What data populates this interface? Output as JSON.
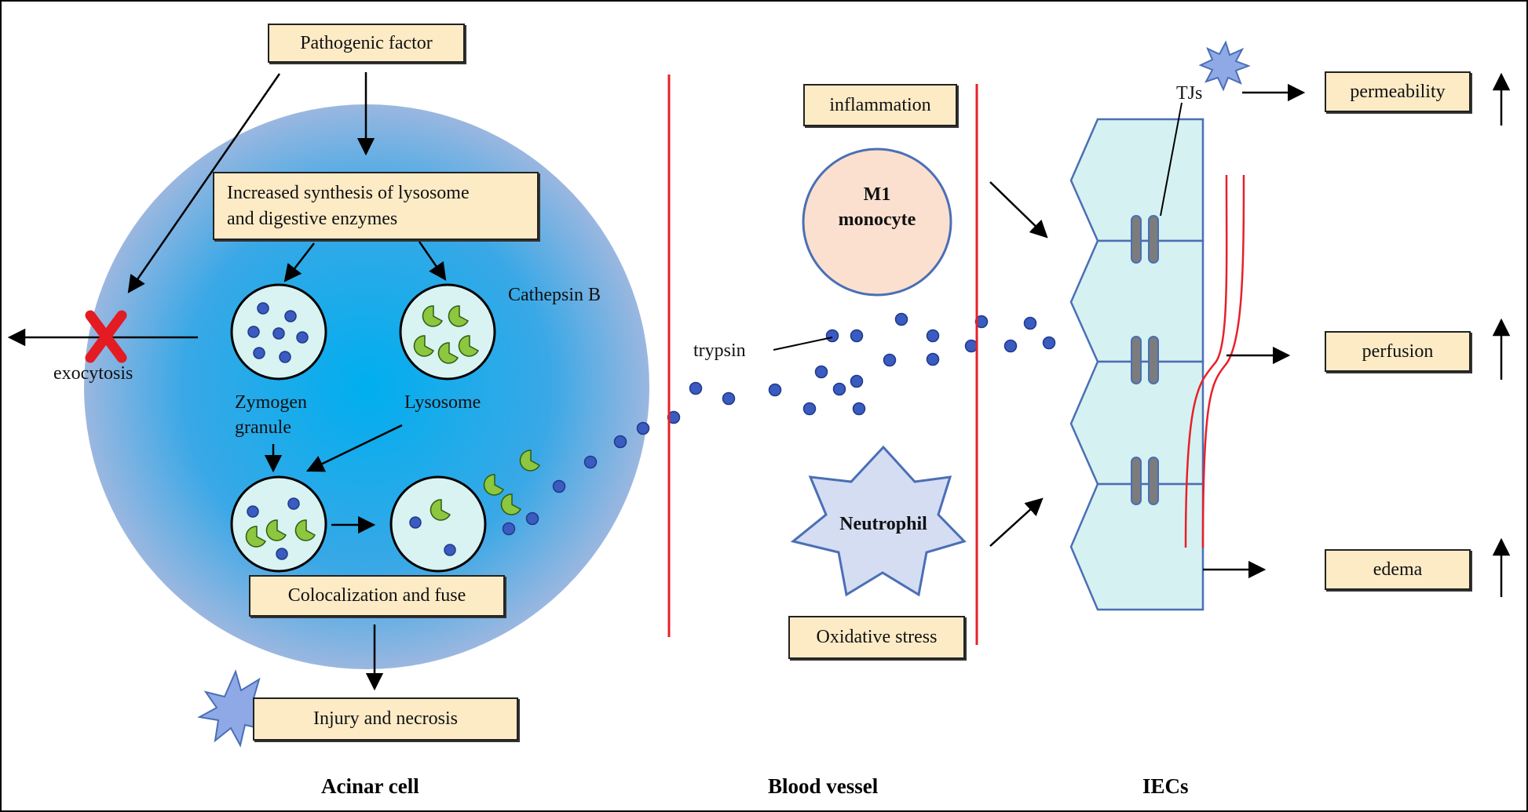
{
  "boxes": {
    "pathogenic": "Pathogenic factor",
    "synthesis_line1": "Increased synthesis of lysosome",
    "synthesis_line2": "and digestive enzymes",
    "colocalization": "Colocalization and  fuse",
    "injury": "Injury and  necrosis",
    "inflammation": "inflammation",
    "oxidative": "Oxidative stress",
    "permeability": "permeability",
    "perfusion": "perfusion",
    "edema": "edema"
  },
  "labels": {
    "exocytosis": "exocytosis",
    "cathepsin": "Cathepsin B",
    "zymogen_line1": "Zymogen",
    "zymogen_line2": "granule",
    "lysosome": "Lysosome",
    "trypsin": "trypsin",
    "tjs": "TJs",
    "m1_line1": "M1",
    "m1_line2": "monocyte",
    "neutrophil": "Neutrophil"
  },
  "captions": {
    "acinar": "Acinar cell",
    "blood": "Blood vessel",
    "iecs": "IECs"
  },
  "colors": {
    "label_fill": "#fdebc6",
    "cell_center": "#00aeef",
    "cell_edge": "#9ab7e0",
    "granule_fill": "#d9f2f2",
    "enzyme_dot": "#3a5bbf",
    "cathepsin_green": "#8dc63f",
    "vessel_red": "#e8202a",
    "iec_fill": "#d6f1f1",
    "iec_stroke": "#4a6fb5",
    "monocyte_fill": "#fbe0cf",
    "neutrophil_fill": "#d5ddf3",
    "tj_gray": "#7c7c7c"
  }
}
